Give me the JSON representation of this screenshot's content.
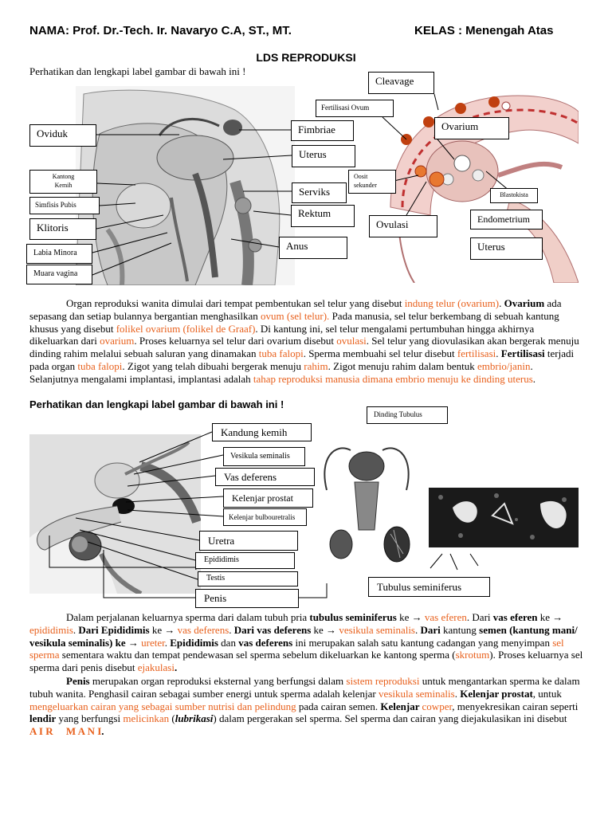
{
  "header": {
    "name": "NAMA: Prof. Dr.-Tech. Ir. Navaryo C.A, ST., MT.",
    "class": "KELAS : Menengah Atas"
  },
  "title": "LDS REPRODUKSI",
  "instruction_1": "Perhatikan dan lengkapi label gambar di bawah ini !",
  "instruction_2": "Perhatikan dan lengkapi label gambar di bawah ini !",
  "female_labels": {
    "oviduk": "Oviduk",
    "kantong_kemih_1": "Kantong",
    "kantong_kemih_2": "Kemih",
    "simfisis_pubis": "Simfisis Pubis",
    "klitoris": "Klitoris",
    "labia_minora": "Labia Minora",
    "muara_vagina": "Muara vagina",
    "fimbriae": "Fimbriae",
    "uterus": "Uterus",
    "serviks": "Serviks",
    "rektum": "Rektum",
    "anus": "Anus"
  },
  "ovary_labels": {
    "cleavage": "Cleavage",
    "fertilisasi_ovum": "Fertilisasi Ovum",
    "ovarium": "Ovarium",
    "oosit_1": "Oosit",
    "oosit_2": "sekunder",
    "blastokista": "Blastokista",
    "ovulasi": "Ovulasi",
    "endometrium": "Endometrium",
    "uterus": "Uterus"
  },
  "paragraph_female": {
    "s1": "Organ reproduksi wanita dimulai dari tempat pembentukan sel telur yang disebut ",
    "r1": "indung telur (ovarium)",
    "s2": ".",
    "s3": "Ovarium",
    "s4": " ada sepasang dan setiap bulannya bergantian menghasilkan ",
    "r2": "ovum (sel telur).",
    "s5": " Pada manusia, sel telur berkembang di sebuah kantung khusus yang disebut ",
    "r3": "folikel ovarium (folikel de Graaf)",
    "s6": ". Di kantung ini, sel telur mengalami pertumbuhan hingga akhirnya dikeluarkan dari ",
    "r4": "ovarium",
    "s7": ". Proses keluarnya sel telur dari ovarium disebut ",
    "r5": "ovulasi",
    "s8": ". Sel telur yang diovulasikan akan bergerak menuju dinding rahim melalui sebuah saluran yang dinamakan ",
    "r6": "tuba falopi",
    "s9": ". Sperma membuahi sel telur disebut ",
    "r7": "fertilisasi",
    "s10": ". ",
    "s11": "Fertilisasi",
    "s12": " terjadi pada organ ",
    "r8": "tuba falopi",
    "s13": ". Zigot yang telah dibuahi bergerak menuju ",
    "r9": "rahim",
    "s14": ". Zigot menuju rahim dalam bentuk ",
    "r10": "embrio/janin",
    "s15": ". Selanjutnya mengalami implantasi, implantasi adalah ",
    "r11": "tahap reproduksi manusia dimana embrio menuju ke dinding uterus",
    "s16": "."
  },
  "male_labels": {
    "dinding_tubulus": "Dinding Tubulus",
    "kandung_kemih": "Kandung kemih",
    "vesikula_seminalis": "Vesikula seminalis",
    "vas_deferens": "Vas deferens",
    "kelenjar_prostat": "Kelenjar prostat",
    "kelenjar_bulbouretralis": "Kelenjar bulbouretralis",
    "uretra": "Uretra",
    "epididimis": "Epididimis",
    "testis": "Testis",
    "penis": "Penis",
    "tubulus_seminiferus": "Tubulus seminiferus"
  },
  "paragraph_male": {
    "a1": "Dalam perjalanan keluarnya sperma dari dalam tubuh pria ",
    "a2": "tubulus seminiferus",
    "a3": " ke → ",
    "a4": "vas eferen",
    "a5": ". Dari ",
    "a6": "vas eferen",
    "a7": " ke → ",
    "a8": "epididimis",
    "a9": ". ",
    "a10": "Dari Epididimis",
    "a11": " ke → ",
    "a12": "vas deferens",
    "a13": ". ",
    "a14": "Dari vas deferens",
    "a15": " ke → ",
    "a16": "vesikula seminalis",
    "a17": ". ",
    "a18": "Dari",
    "a19": " kantung ",
    "a20": "semen (kantung mani/ vesikula seminalis) ke →",
    "a21": " ",
    "a22": "ureter",
    "a23": ". ",
    "a24": "Epididimis",
    "a25": " dan ",
    "a26": "vas deferens",
    "a27": " ini merupakan salah satu kantung cadangan yang menyimpan ",
    "a28": "sel sperma",
    "a29": " sementara waktu dan tempat pendewasan sel sperma sebelum dikeluarkan ke kantong sperma (",
    "a30": "skrotum",
    "a31": "). Proses keluarnya sel sperma dari penis disebut ",
    "a32": "ejakulasi",
    "a33": ".",
    "p1": "Penis",
    "p2": " merupakan organ reproduksi eksternal yang berfungsi dalam ",
    "p3": "sistem reproduksi",
    "p4": " untuk mengantarkan sperma ke dalam tubuh wanita. Penghasil cairan sebagai sumber energi untuk sperma adalah kelenjar ",
    "p5": "vesikula seminalis",
    "p6": ". ",
    "p7": "Kelenjar prostat",
    "p8": ", untuk ",
    "p9": "mengeluarkan cairan yang sebagai sumber nutrisi dan pelindung",
    "p10": " pada cairan semen. ",
    "p11": "Kelenjar ",
    "p12": "cowper",
    "p13": ", menyekresikan cairan seperti ",
    "p14": "lendir",
    "p15": " yang berfungsi ",
    "p16": "melicinkan",
    "p17": " (",
    "p18": "lubrikasi",
    "p19": ") dalam pergerakan sel sperma. Sel sperma dan cairan yang diejakulasikan ini disebut ",
    "p20": "A I R     M A N I",
    "p21": "."
  }
}
